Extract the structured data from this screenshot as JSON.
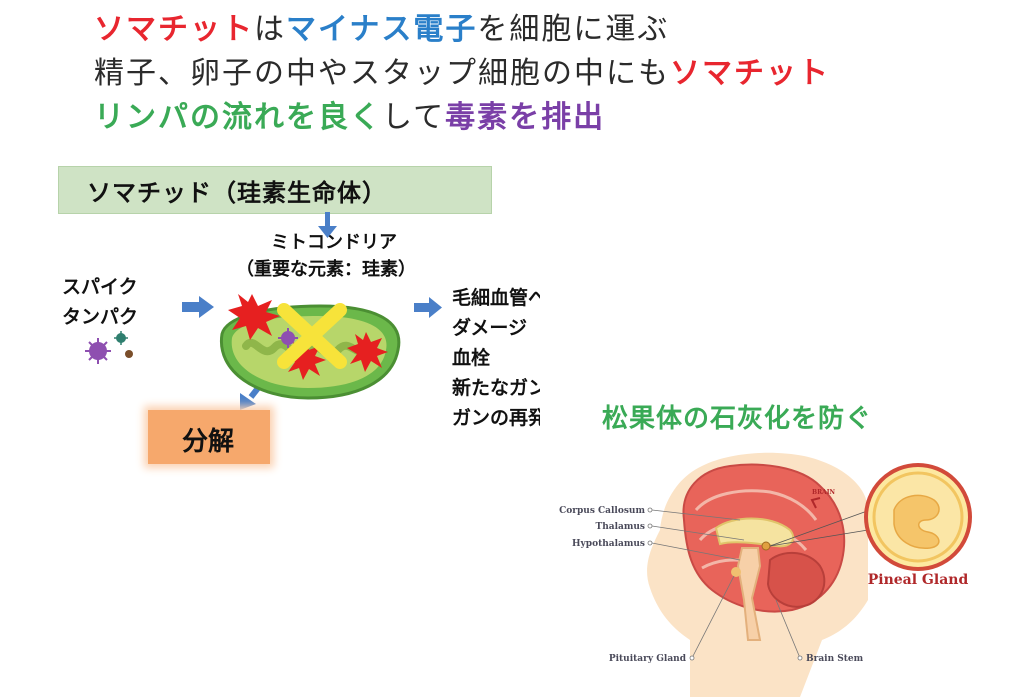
{
  "headline": {
    "line1": {
      "part1": "ソマチット",
      "part2": "は",
      "part3": "マイナス電子",
      "part4": "を細胞に運ぶ"
    },
    "line2": {
      "part1": "精子、卵子の中やスタップ細胞の中にも",
      "part2": "ソマチット"
    },
    "line3": {
      "part1": "リンパの流れを良く",
      "part2": "して",
      "part3": "毒素を排出"
    }
  },
  "diagram": {
    "banner": "ソマチッド（珪素生命体）",
    "mito_title": "ミトコンドリア",
    "mito_sub": "（重要な元素：珪素）",
    "spike_line1": "スパイク",
    "spike_line2": "タンパク",
    "damage_lines": [
      "毛細血管への",
      "ダメージ",
      "血栓",
      "新たなガン",
      "ガンの再発"
    ],
    "bunkai": "分解"
  },
  "pineal": {
    "title": "松果体の石灰化を防ぐ",
    "labels": {
      "corpus": "Corpus Callosum",
      "thalamus": "Thalamus",
      "hypothalamus": "Hypothalamus",
      "pituitary": "Pituitary Gland",
      "brainstem": "Brain Stem",
      "brain": "BRAIN",
      "pineal_gland": "Pineal Gland"
    }
  },
  "colors": {
    "red": "#e8262f",
    "blue": "#2a7fc9",
    "green": "#3aaa56",
    "purple": "#7a3fa7",
    "banner": "#cfe3c5",
    "bunkai": "#f6a86c"
  }
}
